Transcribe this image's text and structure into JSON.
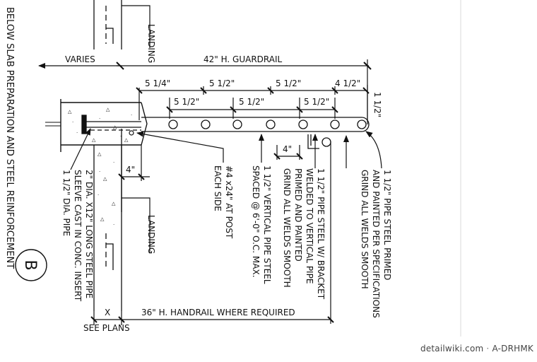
{
  "title_vertical": "BELOW SLAB PREPARATION AND STEEL REINFORCEMENT",
  "detail_marker": "B",
  "labels": {
    "landing_top": "LANDING",
    "landing_bottom": "LANDING",
    "varies": "VARIES",
    "guardrail": "42\" H. GUARDRAIL",
    "handrail": "36\" H. HANDRAIL WHERE REQUIRED",
    "x": "X",
    "see_plans": "SEE PLANS",
    "dim_four_side": "4\"",
    "dim_four_mid": "4\"",
    "dim_right": "1 1/2\""
  },
  "dims_upper": [
    "5 1/4\"",
    "5 1/2\"",
    "5 1/2\"",
    "4 1/2\""
  ],
  "dims_lower": [
    "5 1/2\"",
    "5 1/2\"",
    "5 1/2\""
  ],
  "notes": {
    "sleeve": [
      "2\" DIA. X12\" LONG STEEL PIPE",
      "SLEEVE CAST IN CONC. INSERT",
      "1 1/2\" DIA. PIPE"
    ],
    "rebar": [
      "#4 x24\" AT POST",
      "EACH SIDE"
    ],
    "vertical_pipe": [
      "1 1/2\" VERTICAL PIPE STEEL",
      "SPACED @ 6'-0\" O.C. MAX."
    ],
    "bracket": [
      "1 1/2\" PIPE STEEL W/ BRACKET",
      "WELDED TO VERTICAL PIPE",
      "PRIMED AND PAINTED",
      "GRIND ALL WELDS SMOOTH"
    ],
    "primed": [
      "1 1/2\" PIPE STEEL PRIMED",
      "AND PAINTED PER SPECIFICATIONS",
      "GRIND ALL WELDS SMOOTH"
    ]
  },
  "watermark": {
    "site": "detailwiki.com",
    "sep": "·",
    "code": "A-DRHMK"
  }
}
